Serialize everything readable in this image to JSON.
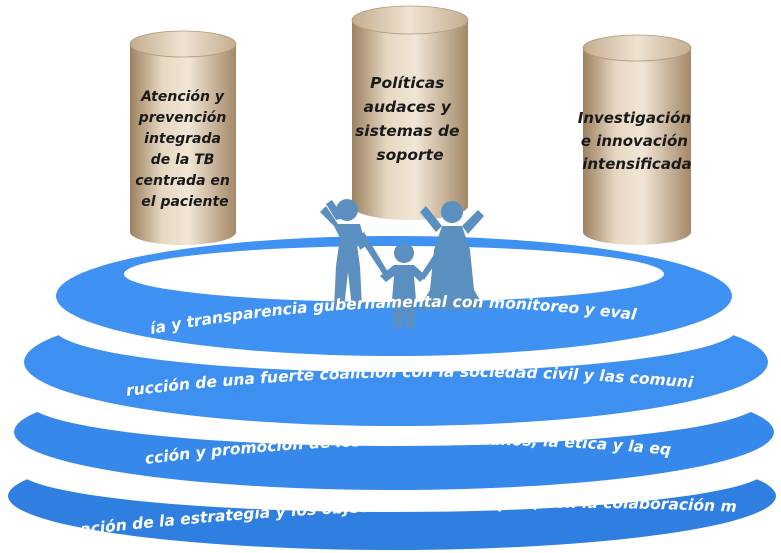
{
  "colors": {
    "ring": "#3d8ff0",
    "ring_dark": "#2b78d8",
    "pillar_light": "#e9dcc9",
    "pillar_dark": "#a78c6c",
    "figures": "#5b8fbf",
    "text_dark": "#1a1a1a",
    "text_light": "#ffffff"
  },
  "pillars": [
    {
      "lines": [
        "Atención y",
        "prevención",
        "integrada",
        "de la TB",
        "centrada en",
        "el paciente"
      ]
    },
    {
      "lines": [
        "Políticas",
        "audaces y",
        "sistemas de",
        "soporte"
      ]
    },
    {
      "lines": [
        "Investigación",
        "e innovación",
        "intensificada"
      ]
    }
  ],
  "figures_icon": "family-holding-pillar-icon",
  "rings": [
    {
      "label": "Rectoría y transparencia gubernamental con monitoreo y evaluación"
    },
    {
      "label": "Construcción de una fuerte coalición con la sociedad civil y las comunidades"
    },
    {
      "label": "Protección y promoción de los derechos humanos, la ética y la equidad"
    },
    {
      "label": "Adaptación de la estrategia y los objetivos a nivel de país, con la colaboración mundial"
    }
  ]
}
